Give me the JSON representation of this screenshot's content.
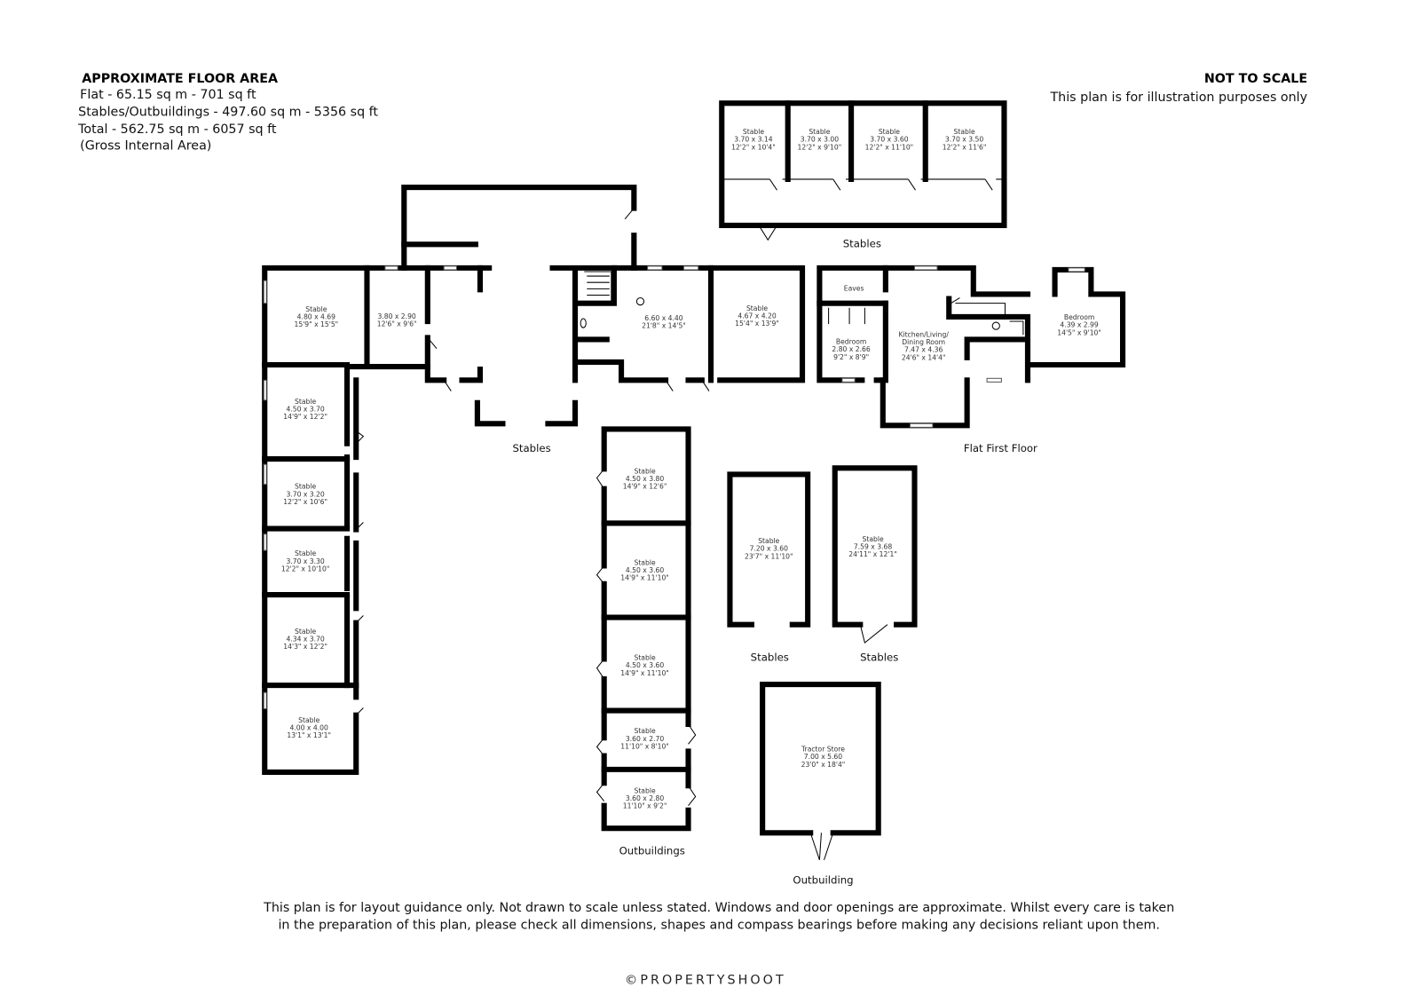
{
  "header": {
    "title": "APPROXIMATE FLOOR AREA",
    "lines": [
      "Flat - 65.15 sq m - 701 sq ft",
      "Stables/Outbuildings - 497.60 sq m - 5356 sq ft",
      "Total - 562.75 sq m - 6057 sq ft",
      "(Gross Internal Area)"
    ],
    "scale_note": "NOT TO SCALE",
    "illustration_note": "This plan is for illustration purposes only"
  },
  "building_labels": {
    "top_stables": "Stables",
    "main_stables": "Stables",
    "flat": "Flat First Floor",
    "stables_a": "Stables",
    "stables_b": "Stables",
    "outbuildings": "Outbuildings",
    "outbuilding": "Outbuilding"
  },
  "rooms": [
    {
      "lines": [
        "Stable",
        "3.70 x 3.14",
        "12'2\" x 10'4\""
      ]
    },
    {
      "lines": [
        "Stable",
        "3.70 x 3.00",
        "12'2\" x 9'10\""
      ]
    },
    {
      "lines": [
        "Stable",
        "3.70 x 3.60",
        "12'2\" x 11'10\""
      ]
    },
    {
      "lines": [
        "Stable",
        "3.70 x 3.50",
        "12'2\" x 11'6\""
      ]
    },
    {
      "lines": [
        "Stable",
        "4.80 x 4.69",
        "15'9\" x 15'5\""
      ]
    },
    {
      "lines": [
        "3.80 x 2.90",
        "12'6\" x 9'6\""
      ]
    },
    {
      "lines": [
        "6.60 x 4.40",
        "21'8\" x 14'5\""
      ]
    },
    {
      "lines": [
        "Stable",
        "4.67 x 4.20",
        "15'4\" x 13'9\""
      ]
    },
    {
      "lines": [
        "Stable",
        "4.50 x 3.70",
        "14'9\" x 12'2\""
      ]
    },
    {
      "lines": [
        "Stable",
        "3.70 x 3.20",
        "12'2\" x 10'6\""
      ]
    },
    {
      "lines": [
        "Stable",
        "3.70 x 3.30",
        "12'2\" x 10'10\""
      ]
    },
    {
      "lines": [
        "Stable",
        "4.34 x 3.70",
        "14'3\" x 12'2\""
      ]
    },
    {
      "lines": [
        "Stable",
        "4.00 x 4.00",
        "13'1\" x 13'1\""
      ]
    },
    {
      "lines": [
        "Stable",
        "4.50 x 3.80",
        "14'9\" x 12'6\""
      ]
    },
    {
      "lines": [
        "Stable",
        "4.50 x 3.60",
        "14'9\" x 11'10\""
      ]
    },
    {
      "lines": [
        "Stable",
        "4.50 x 3.60",
        "14'9\" x 11'10\""
      ]
    },
    {
      "lines": [
        "Stable",
        "3.60 x 2.70",
        "11'10\" x 8'10\""
      ]
    },
    {
      "lines": [
        "Stable",
        "3.60 x 2.80",
        "11'10\" x 9'2\""
      ]
    },
    {
      "lines": [
        "Stable",
        "7.20 x 3.60",
        "23'7\" x 11'10\""
      ]
    },
    {
      "lines": [
        "Stable",
        "7.59 x 3.68",
        "24'11\" x 12'1\""
      ]
    },
    {
      "lines": [
        "Tractor Store",
        "7.00 x 5.60",
        "23'0\" x 18'4\""
      ]
    },
    {
      "lines": [
        "Eaves"
      ]
    },
    {
      "lines": [
        "Bedroom",
        "2.80 x 2.66",
        "9'2\" x 8'9\""
      ]
    },
    {
      "lines": [
        "Kitchen/Living/",
        "Dining Room",
        "7.47 x 4.36",
        "24'6\" x 14'4\""
      ]
    },
    {
      "lines": [
        "Bedroom",
        "4.39 x 2.99",
        "14'5\" x 9'10\""
      ]
    }
  ],
  "footer": {
    "line1": "This plan is for layout guidance only. Not drawn to scale unless stated. Windows and door openings are approximate. Whilst every care is taken",
    "line2": "in the preparation of this plan, please check all dimensions, shapes and compass bearings before making any decisions reliant upon them.",
    "logo": "©PROPERTYSHOOT"
  }
}
